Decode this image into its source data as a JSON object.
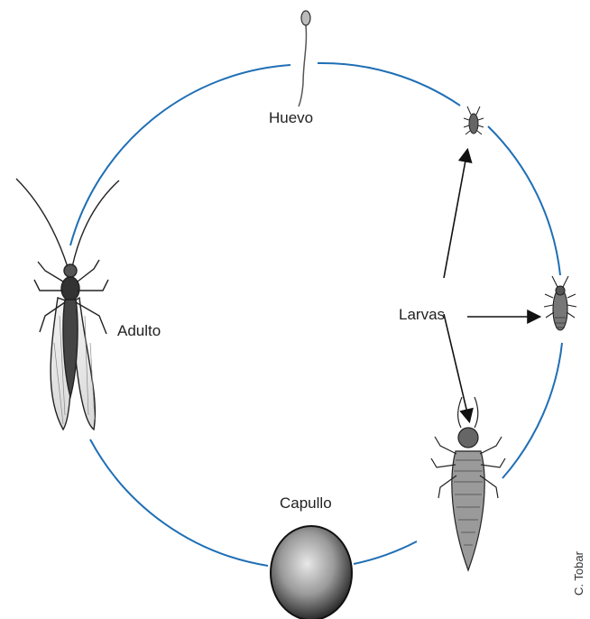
{
  "diagram": {
    "labels": {
      "egg": "Huevo",
      "adult": "Adulto",
      "larvae": "Larvas",
      "cocoon": "Capullo"
    },
    "credit": "C. Tobar",
    "colors": {
      "cycle_line": "#1f6fb5",
      "arrow": "#111111",
      "drawing": "#222222"
    },
    "icons": {
      "egg": "stalked-egg-icon",
      "adult": "lacewing-adult-icon",
      "larvae": [
        "small-larva-icon",
        "medium-larva-icon",
        "large-larva-icon"
      ],
      "cocoon": "cocoon-icon"
    }
  }
}
